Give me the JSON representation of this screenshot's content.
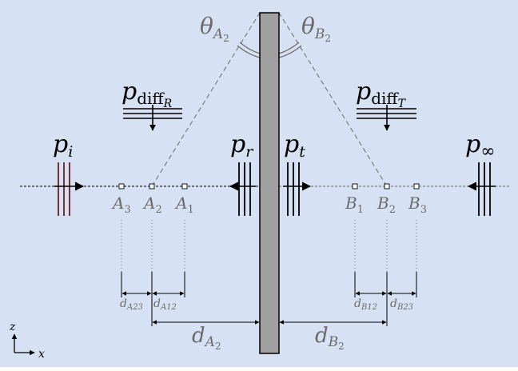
{
  "colors": {
    "background": "#d6e2f3",
    "panel": "#a0a0a0",
    "ink": "#000000",
    "gray": "#6b6b6b",
    "incident": "#6b1f1f"
  },
  "labels": {
    "theta_a": {
      "main": "θ",
      "sub": "A",
      "subsub": "2"
    },
    "theta_b": {
      "main": "θ",
      "sub": "B",
      "subsub": "2"
    },
    "p_diff_r": {
      "main": "p",
      "sub": "diff",
      "subsub": "R"
    },
    "p_diff_t": {
      "main": "p",
      "sub": "diff",
      "subsub": "T"
    },
    "p_i": {
      "main": "p",
      "sub": "i"
    },
    "p_r": {
      "main": "p",
      "sub": "r"
    },
    "p_t": {
      "main": "p",
      "sub": "t"
    },
    "p_inf": {
      "main": "p",
      "sub": "∞"
    },
    "mic_a3": {
      "main": "A",
      "sub": "3"
    },
    "mic_a2": {
      "main": "A",
      "sub": "2"
    },
    "mic_a1": {
      "main": "A",
      "sub": "1"
    },
    "mic_b1": {
      "main": "B",
      "sub": "1"
    },
    "mic_b2": {
      "main": "B",
      "sub": "2"
    },
    "mic_b3": {
      "main": "B",
      "sub": "3"
    },
    "d_a23": {
      "main": "d",
      "sub": "A23"
    },
    "d_a12": {
      "main": "d",
      "sub": "A12"
    },
    "d_b12": {
      "main": "d",
      "sub": "B12"
    },
    "d_b23": {
      "main": "d",
      "sub": "B23"
    },
    "d_a2": {
      "main": "d",
      "sub": "A",
      "subsub": "2"
    },
    "d_b2": {
      "main": "d",
      "sub": "B",
      "subsub": "2"
    },
    "axis_z": "z",
    "axis_x": "x"
  }
}
